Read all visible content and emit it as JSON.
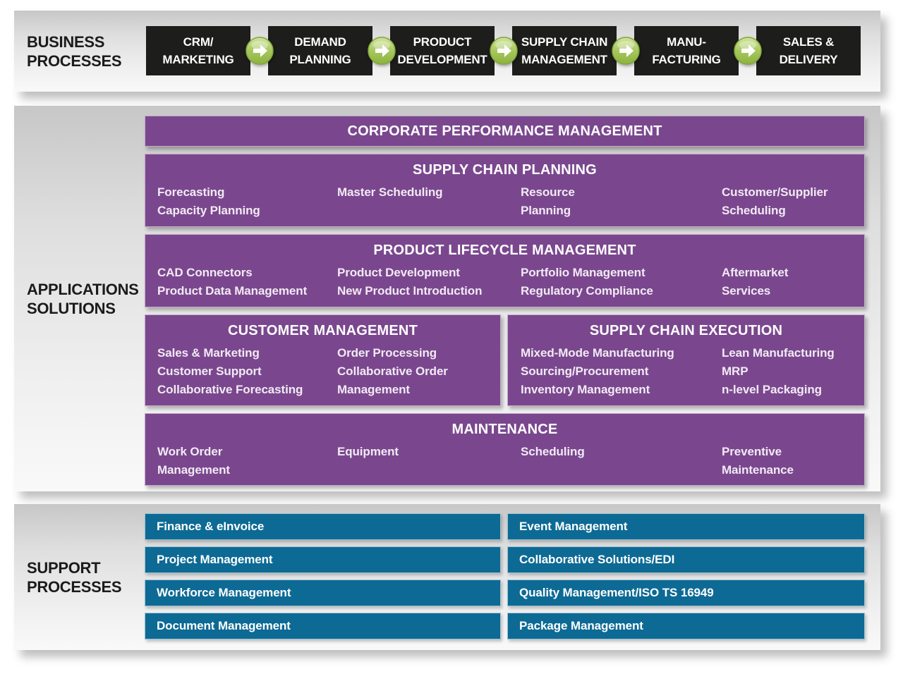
{
  "business_processes": {
    "label": "BUSINESS\nPROCESSES",
    "steps": [
      "CRM/\nMARKETING",
      "DEMAND\nPLANNING",
      "PRODUCT\nDEVELOPMENT",
      "SUPPLY CHAIN\nMANAGEMENT",
      "MANU-\nFACTURING",
      "SALES &\nDELIVERY"
    ],
    "arrow_icon": "arrow-right-icon"
  },
  "applications_solutions": {
    "label": "APPLICATIONS\nSOLUTIONS",
    "groups": [
      {
        "title": "CORPORATE PERFORMANCE MANAGEMENT",
        "columns": []
      },
      {
        "title": "SUPPLY CHAIN PLANNING",
        "columns": [
          "Forecasting\nCapacity Planning",
          "Master Scheduling",
          "Resource\nPlanning",
          "Customer/Supplier\nScheduling"
        ]
      },
      {
        "title": "PRODUCT LIFECYCLE MANAGEMENT",
        "columns": [
          "CAD Connectors\nProduct Data Management",
          "Product Development\nNew Product Introduction",
          "Portfolio Management\nRegulatory Compliance",
          "Aftermarket\nServices"
        ]
      },
      {
        "title": "CUSTOMER MANAGEMENT",
        "columns": [
          "Sales & Marketing\nCustomer Support\nCollaborative Forecasting",
          "Order Processing\nCollaborative Order\nManagement"
        ]
      },
      {
        "title": "SUPPLY CHAIN EXECUTION",
        "columns": [
          "Mixed-Mode Manufacturing\nSourcing/Procurement\nInventory Management",
          "Lean Manufacturing\nMRP\nn-level Packaging"
        ]
      },
      {
        "title": "MAINTENANCE",
        "columns": [
          "Work Order\nManagement",
          "Equipment",
          "Scheduling",
          "Preventive\nMaintenance"
        ]
      }
    ]
  },
  "support_processes": {
    "label": "SUPPORT\nPROCESSES",
    "left_column": [
      "Finance & eInvoice",
      "Project Management",
      "Workforce Management",
      "Document Management"
    ],
    "right_column": [
      "Event Management",
      "Collaborative Solutions/EDI",
      "Quality Management/ISO TS 16949",
      "Package Management"
    ]
  },
  "colors": {
    "process_box": "#1d1d1b",
    "solutions_box": "#7a478e",
    "support_bar": "#0d6a94",
    "arrow_green": "#9fc052",
    "panel_gradient_top": "#c7c7c7",
    "panel_gradient_bottom": "#f9f9f9"
  }
}
